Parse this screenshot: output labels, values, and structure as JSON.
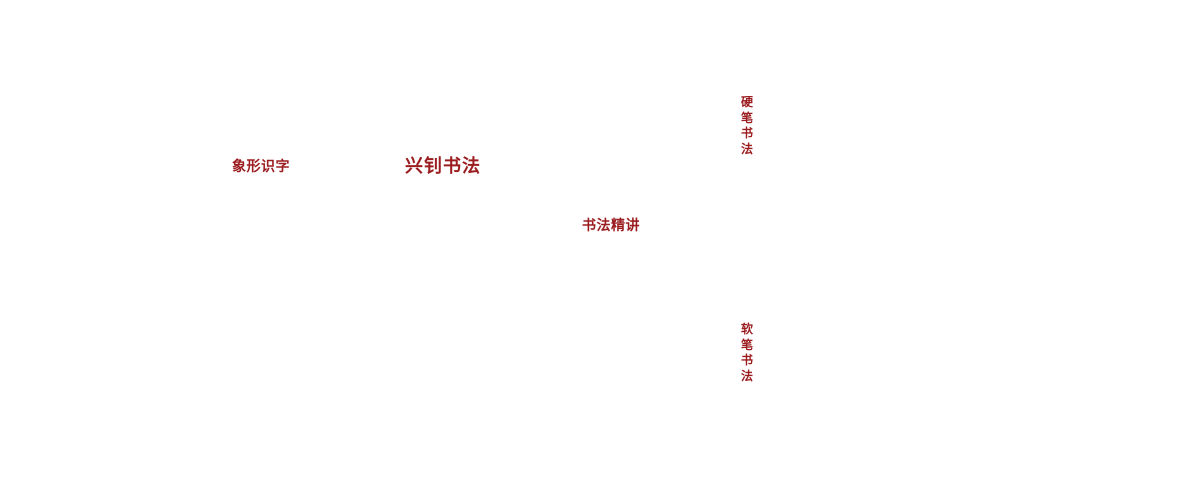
{
  "brand": {
    "title": "兴钊书法"
  },
  "nav": {
    "pictograph": "象形识字",
    "lecture": "书法精讲",
    "hard_pen": "硬笔书法",
    "soft_brush": "软笔书法"
  },
  "colors": {
    "accent": "#9b1c1f",
    "background": "#ffffff"
  }
}
